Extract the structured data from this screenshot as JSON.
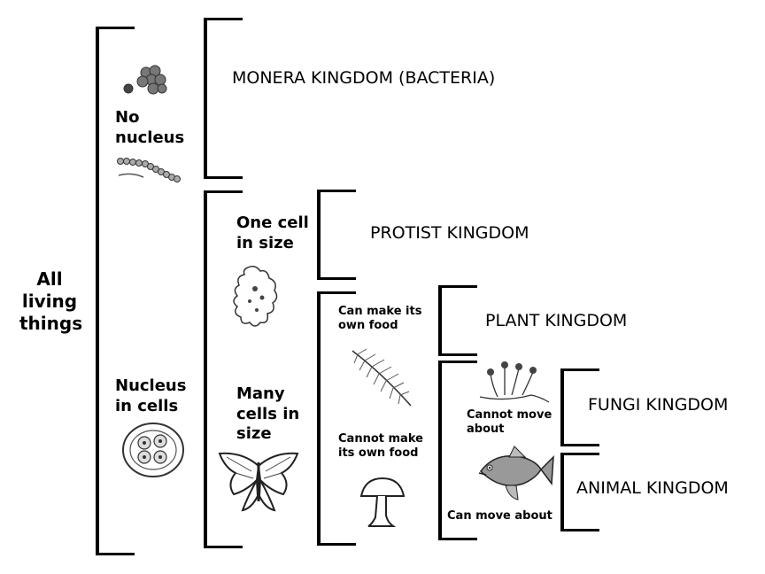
{
  "root": {
    "label": "All\nliving\nthings"
  },
  "groups": {
    "no_nucleus": {
      "label": "No\nnucleus"
    },
    "nucleus": {
      "label": "Nucleus\nin cells"
    },
    "one_cell": {
      "label": "One cell\nin size"
    },
    "many_cells": {
      "label": "Many\ncells in\nsize"
    },
    "makes_food": {
      "label": "Can make its\nown food"
    },
    "no_food": {
      "label": "Cannot make\nits own food"
    },
    "cannot_move": {
      "label": "Cannot move\nabout"
    },
    "can_move": {
      "label": "Can move about"
    }
  },
  "kingdoms": {
    "monera": "MONERA KINGDOM (BACTERIA)",
    "protist": "PROTIST KINGDOM",
    "plant": "PLANT KINGDOM",
    "fungi": "FUNGI KINGDOM",
    "animal": "ANIMAL KINGDOM"
  },
  "illustrations": [
    "bacteria-cluster-icon",
    "bacteria-chain-icon",
    "cell-nucleus-icon",
    "amoeba-icon",
    "butterfly-icon",
    "fern-icon",
    "mushroom-icon",
    "mold-fungi-icon",
    "fish-icon"
  ]
}
